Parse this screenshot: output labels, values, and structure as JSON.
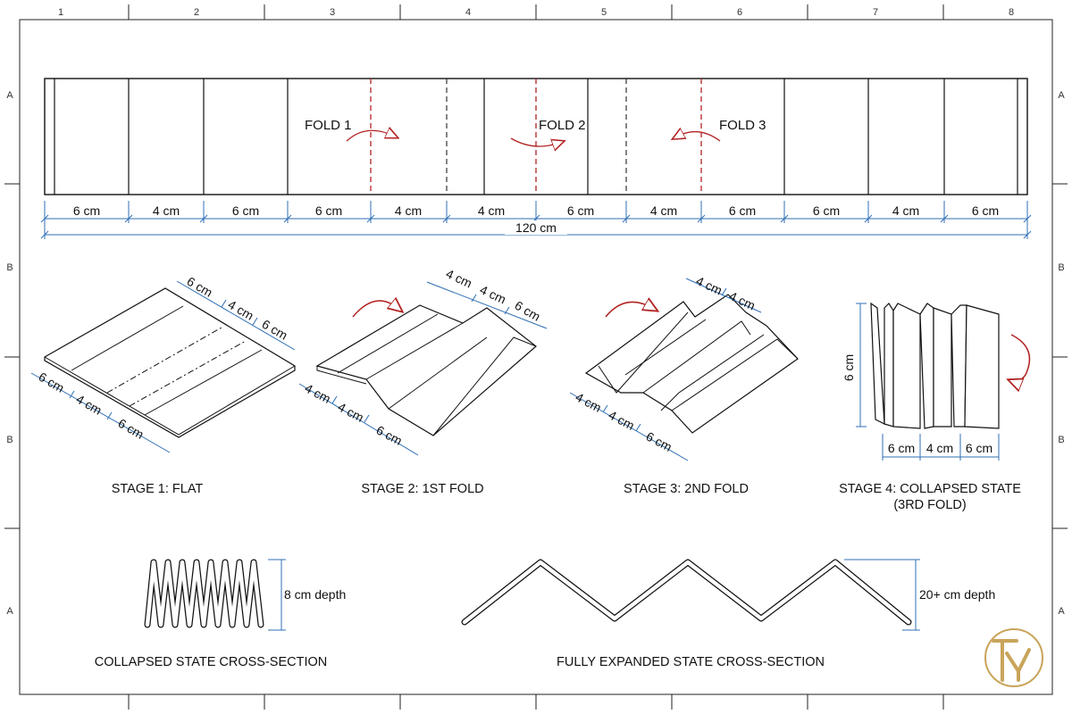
{
  "grid": {
    "columns": [
      "1",
      "2",
      "3",
      "4",
      "5",
      "6",
      "7",
      "8"
    ],
    "rows_left": [
      "A",
      "B",
      "B",
      "A"
    ],
    "rows_right": [
      "A",
      "B",
      "B",
      "A"
    ]
  },
  "strip": {
    "folds": [
      "FOLD 1",
      "FOLD 2",
      "FOLD 3"
    ],
    "segments": [
      "6 cm",
      "4 cm",
      "6 cm",
      "6 cm",
      "4 cm",
      "4 cm",
      "6 cm",
      "4 cm",
      "6 cm",
      "6 cm",
      "4 cm",
      "6 cm"
    ],
    "total": "120 cm"
  },
  "stages": {
    "s1": {
      "title": "STAGE 1: FLAT",
      "top": [
        "6 cm",
        "4 cm",
        "6 cm"
      ],
      "front": [
        "6 cm",
        "4 cm",
        "6 cm"
      ]
    },
    "s2": {
      "title": "STAGE 2: 1ST FOLD",
      "top": [
        "4 cm",
        "4 cm",
        "6 cm"
      ],
      "front": [
        "4 cm",
        "4 cm",
        "6 cm"
      ]
    },
    "s3": {
      "title": "STAGE 3: 2ND FOLD",
      "top": [
        "4 cm",
        "4 cm"
      ],
      "front": [
        "4 cm",
        "4 cm",
        "6 cm"
      ]
    },
    "s4": {
      "title": "STAGE 4: COLLAPSED STATE",
      "title2": "(3RD FOLD)",
      "height": "6 cm",
      "bottom": [
        "6 cm",
        "4 cm",
        "6 cm"
      ]
    }
  },
  "sections": {
    "collapsed": {
      "title": "COLLAPSED STATE CROSS-SECTION",
      "depth": "8 cm depth"
    },
    "expanded": {
      "title": "FULLY EXPANDED STATE CROSS-SECTION",
      "depth": "20+ cm depth"
    }
  },
  "colors": {
    "fold": "#b22222",
    "dimension": "#2f6fb5",
    "line": "#111111",
    "logo": "#c9a45a"
  },
  "icons": [
    "curved-arrow-icon",
    "logo-monogram-icon"
  ]
}
